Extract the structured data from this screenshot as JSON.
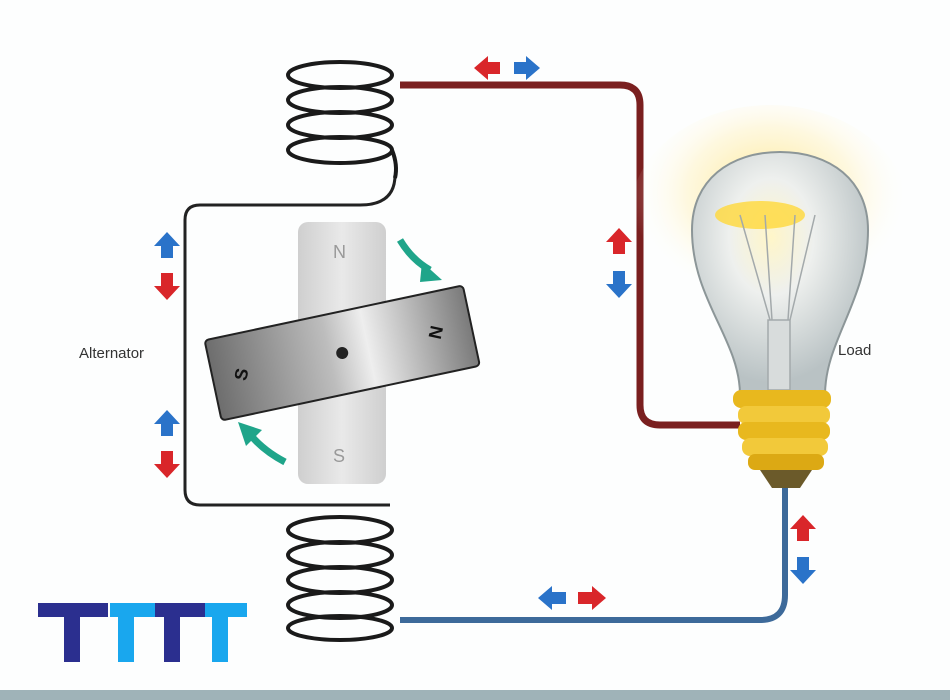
{
  "labels": {
    "alternator": "Alternator",
    "load": "Load",
    "stator_north": "N",
    "stator_south": "S",
    "rotor_north": "N",
    "rotor_south": "S"
  },
  "logo": {
    "text": "TTTT"
  },
  "colors": {
    "red_wire": "#7a1f1f",
    "blue_wire": "#3d6a9a",
    "arrow_red": "#d9262a",
    "arrow_blue": "#2a73c9",
    "rotation_arrow": "#1fa58a",
    "bulb_base": "#e8b81e",
    "logo_dark": "#2b2f8f",
    "logo_light": "#19a7ee"
  }
}
